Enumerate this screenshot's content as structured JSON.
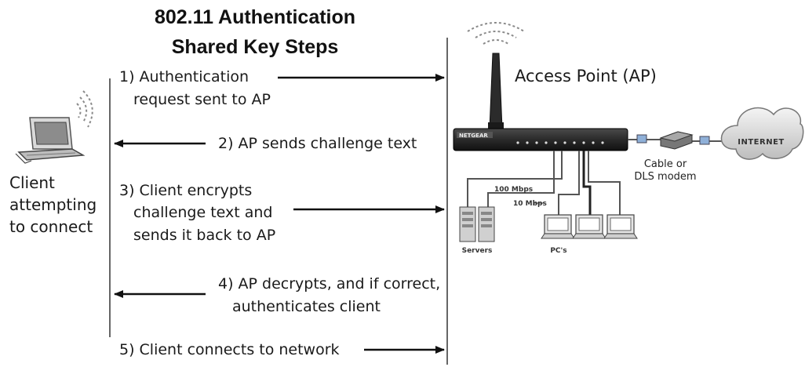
{
  "title": {
    "line1": "802.11 Authentication",
    "line2": "Shared Key Steps"
  },
  "client": {
    "label_lines": [
      "Client",
      "attempting",
      "to connect"
    ]
  },
  "access_point": {
    "label": "Access Point (AP)",
    "modem_label_lines": [
      "Cable or",
      "DLS modem"
    ],
    "internet_label": "INTERNET",
    "speed_100": "100 Mbps",
    "speed_10": "10 Mbps",
    "servers_label": "Servers",
    "pcs_label": "PC's",
    "router_brand": "NETGEAR"
  },
  "steps": [
    {
      "lines": [
        "1) Authentication",
        "request sent to AP"
      ],
      "direction": "to-ap"
    },
    {
      "lines": [
        "2) AP sends challenge text"
      ],
      "direction": "to-client"
    },
    {
      "lines": [
        "3) Client encrypts",
        "challenge text and",
        "sends it back to AP"
      ],
      "direction": "to-ap"
    },
    {
      "lines": [
        "4) AP decrypts, and if correct,",
        "authenticates client"
      ],
      "direction": "to-client"
    },
    {
      "lines": [
        "5) Client connects to network"
      ],
      "direction": "to-ap"
    }
  ]
}
